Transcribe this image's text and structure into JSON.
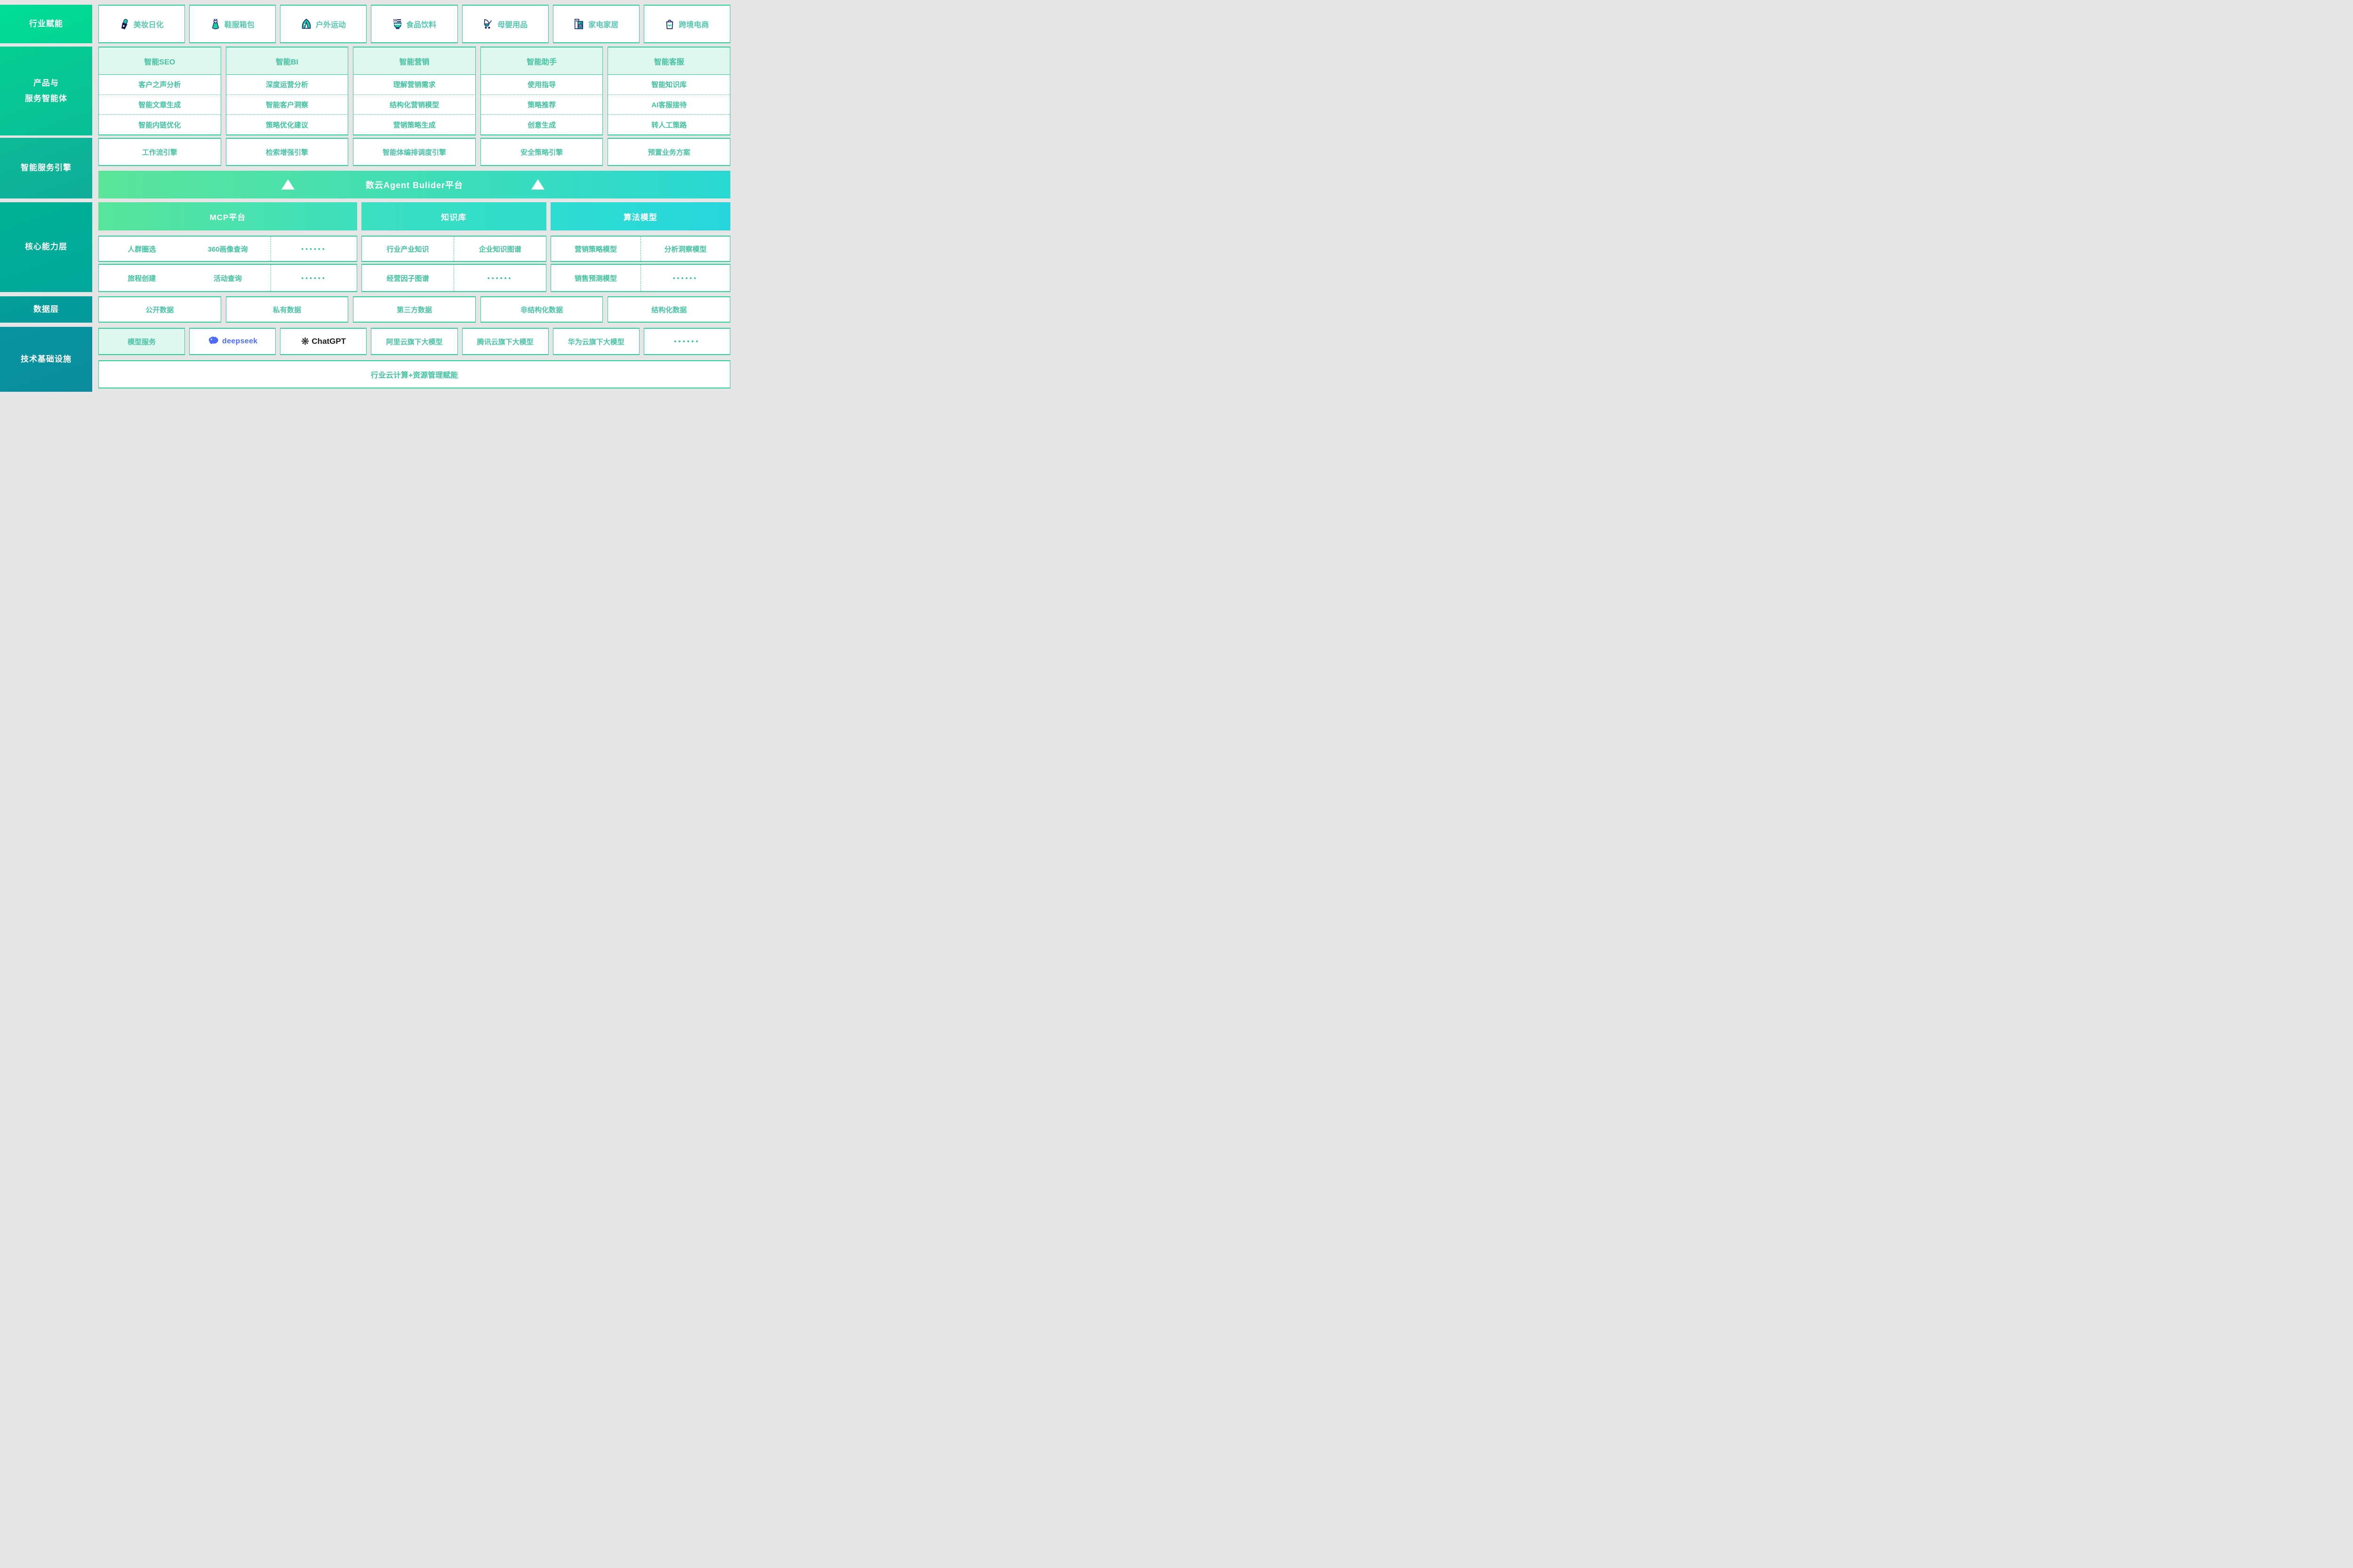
{
  "colors": {
    "accent_green": "#2BCE98",
    "text_teal": "#4CC2A6",
    "mint_bg": "#DEF7EF",
    "sidebar_gradient_top": "#00DC96",
    "sidebar_gradient_bottom": "#0B8C9E",
    "banner_gradient_left": "#5BE49A",
    "banner_gradient_right": "#28D8D2",
    "deepseek_blue": "#4D6BFE",
    "chatgpt_black": "#1A1A1A",
    "page_bg": "#E6E6E6"
  },
  "sidebar": {
    "rows": [
      {
        "label": "行业赋能"
      },
      {
        "label": "产品与\n服务智能体"
      },
      {
        "label": "智能服务引擎"
      },
      {
        "label": "核心能力层"
      },
      {
        "label": "数据层"
      },
      {
        "label": "技术基础设施"
      }
    ]
  },
  "industries": [
    {
      "label": "美妆日化",
      "icon": "lipstick-icon"
    },
    {
      "label": "鞋服箱包",
      "icon": "dress-icon"
    },
    {
      "label": "户外运动",
      "icon": "tent-icon"
    },
    {
      "label": "食品饮料",
      "icon": "drink-icon"
    },
    {
      "label": "母婴用品",
      "icon": "stroller-icon"
    },
    {
      "label": "家电家居",
      "icon": "appliance-icon"
    },
    {
      "label": "跨境电商",
      "icon": "shopping-bag-icon"
    }
  ],
  "agents": {
    "columns": [
      {
        "header": "智能SEO",
        "items": [
          "客户之声分析",
          "智能文章生成",
          "智能内链优化"
        ]
      },
      {
        "header": "智能BI",
        "items": [
          "深度运营分析",
          "智能客户洞察",
          "策略优化建议"
        ]
      },
      {
        "header": "智能营销",
        "items": [
          "理解营销需求",
          "结构化营销模型",
          "营销策略生成"
        ]
      },
      {
        "header": "智能助手",
        "items": [
          "使用指导",
          "策略推荐",
          "创意生成"
        ]
      },
      {
        "header": "智能客服",
        "items": [
          "智能知识库",
          "AI客服接待",
          "转人工策路"
        ]
      }
    ]
  },
  "engines": [
    "工作流引擎",
    "检索增强引擎",
    "智能体编排调度引擎",
    "安全策略引擎",
    "预置业务方案"
  ],
  "platform_banner": {
    "label": "数云Agent Bulider平台"
  },
  "capabilities": {
    "groups": [
      {
        "header": "MCP平台",
        "rows": [
          [
            "人群圈选",
            "360画像查询",
            "••••••"
          ],
          [
            "旅程创建",
            "活动查询",
            "••••••"
          ]
        ]
      },
      {
        "header": "知识库",
        "rows": [
          [
            "行业产业知识",
            "企业知识图谱"
          ],
          [
            "经营因子图谱",
            "••••••"
          ]
        ]
      },
      {
        "header": "算法模型",
        "rows": [
          [
            "营销策略模型",
            "分析洞察模型"
          ],
          [
            "销售预测模型",
            "••••••"
          ]
        ]
      }
    ]
  },
  "data_layer": {
    "items": [
      "公开数据",
      "私有数据",
      "第三方数据",
      "非结构化数据",
      "结构化数据"
    ]
  },
  "infrastructure": {
    "models": [
      {
        "label": "模型服务"
      },
      {
        "brand": "deepseek",
        "icon": "deepseek-logo"
      },
      {
        "brand": "ChatGPT",
        "icon": "chatgpt-logo"
      },
      {
        "label": "阿里云旗下大模型"
      },
      {
        "label": "腾讯云旗下大模型"
      },
      {
        "label": "华为云旗下大模型"
      },
      {
        "label": "••••••"
      }
    ],
    "banner": "行业云计算+资源管理赋能"
  }
}
